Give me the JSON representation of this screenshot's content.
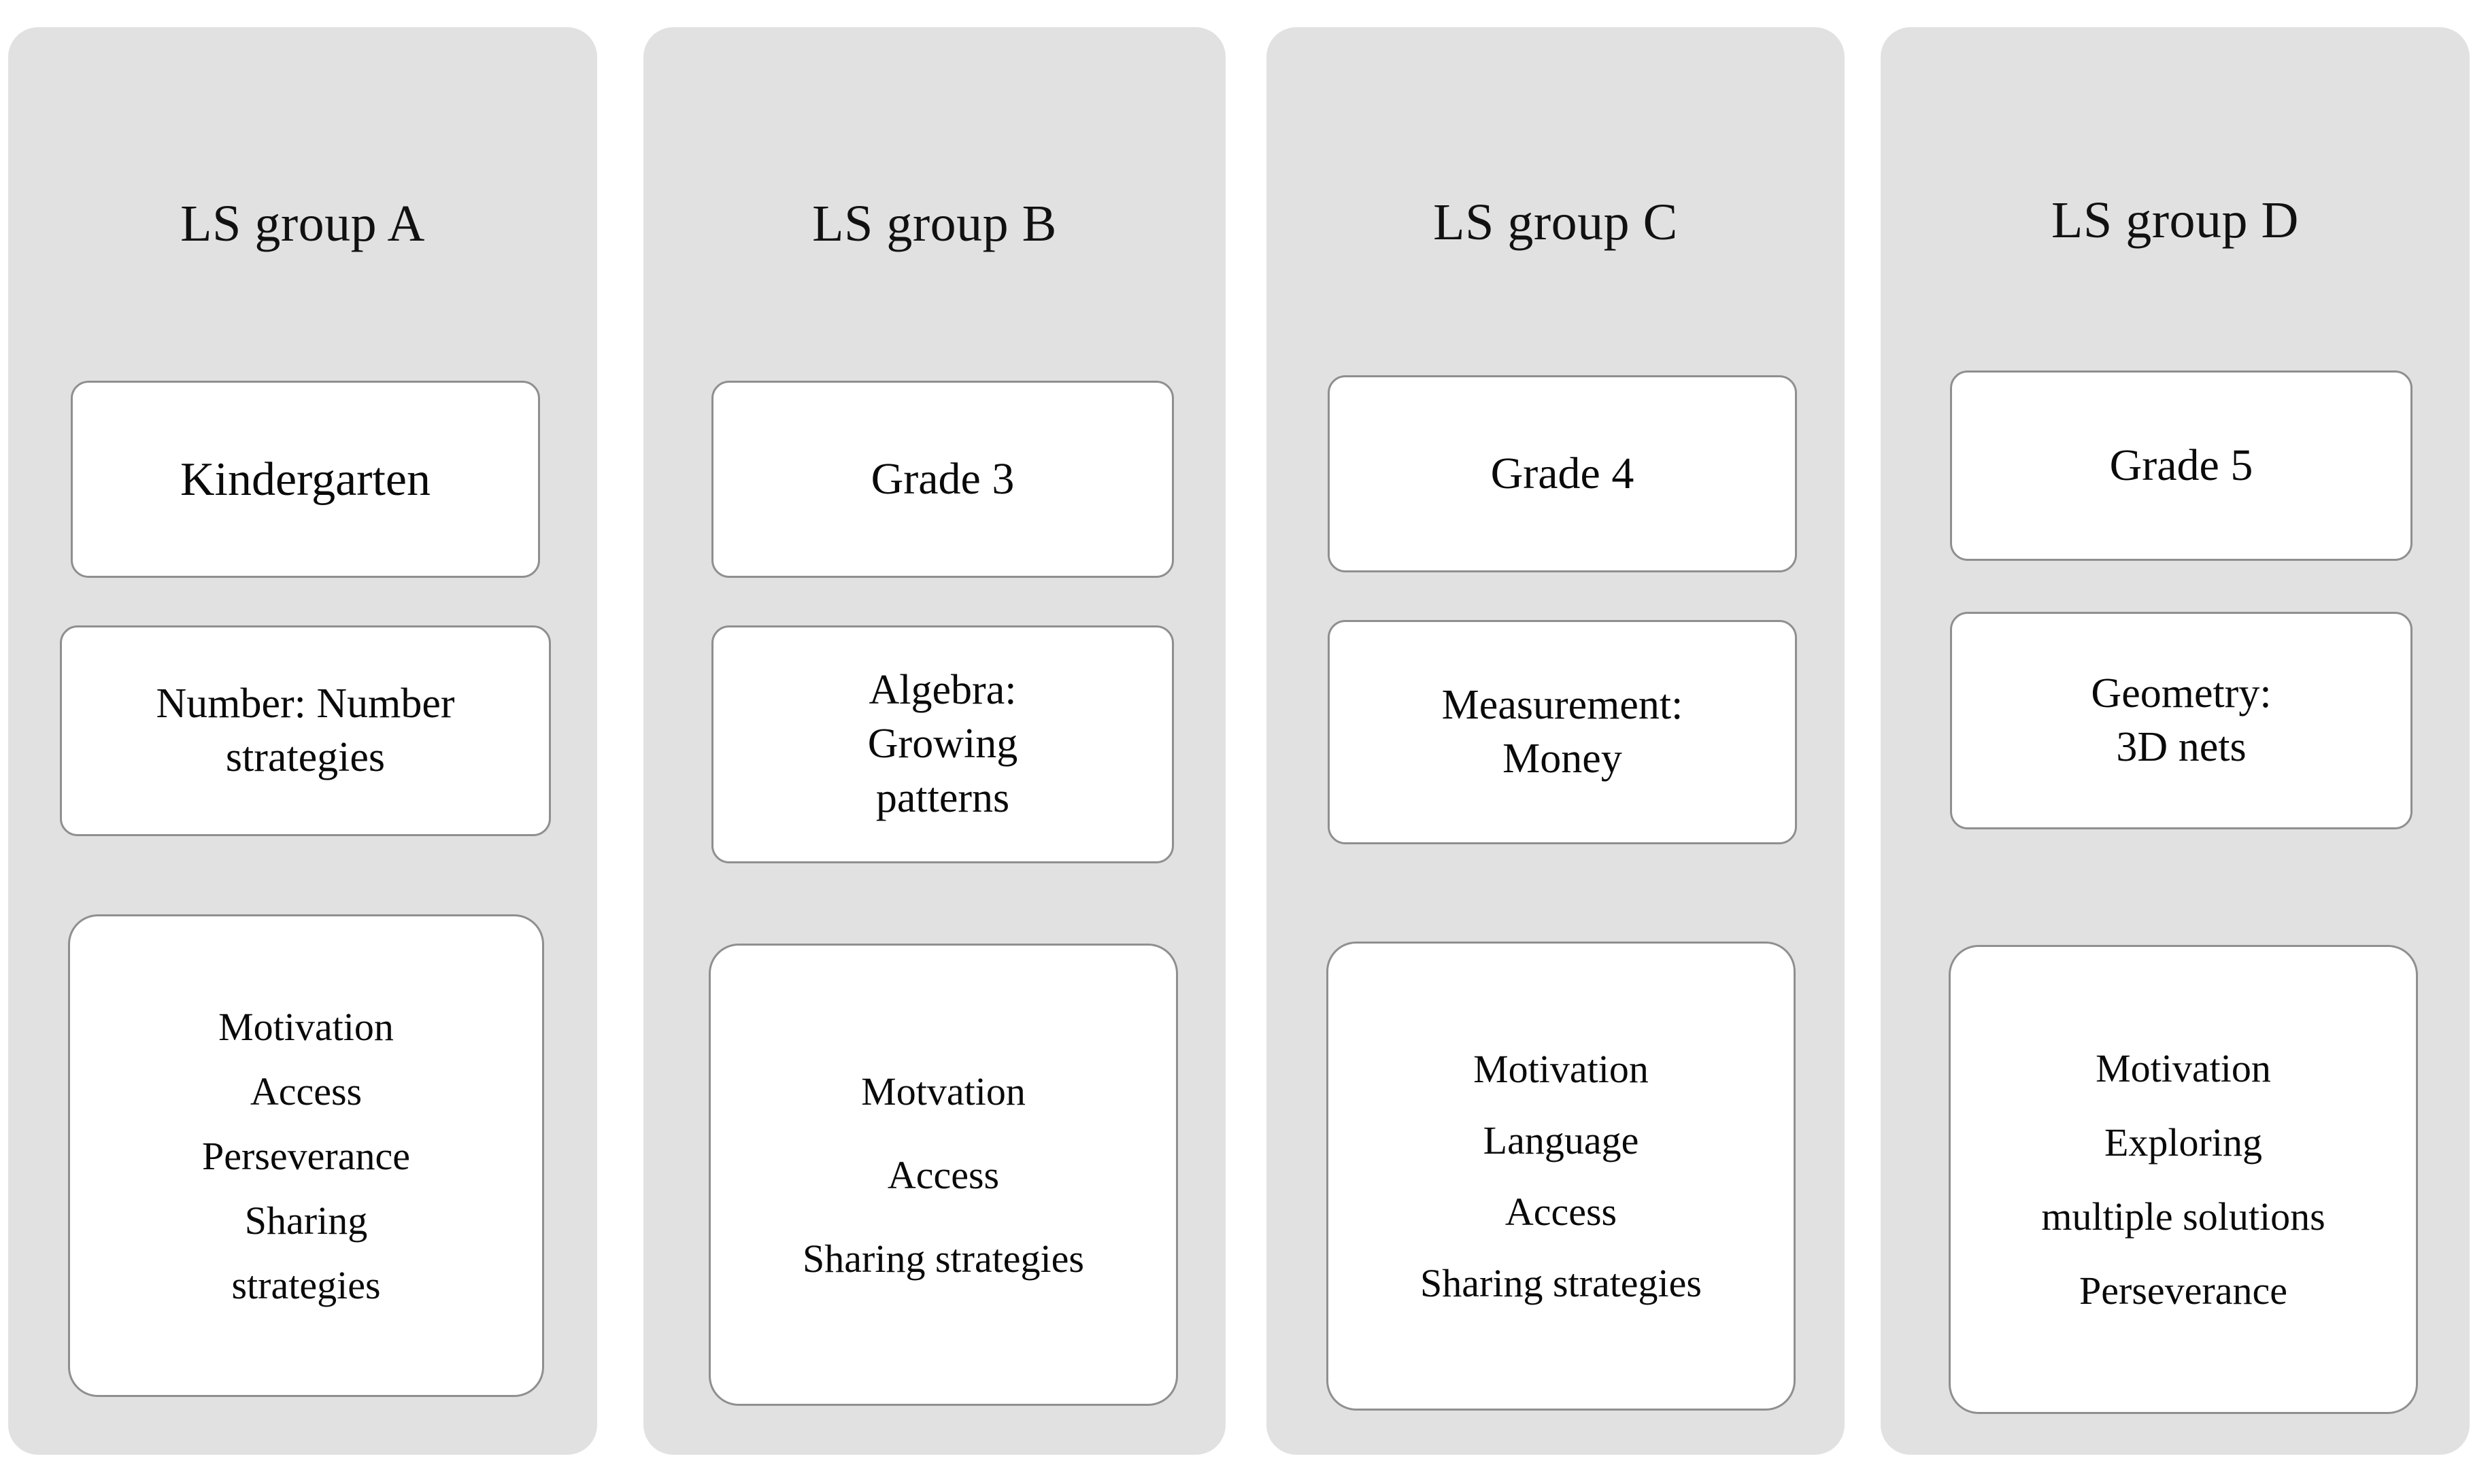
{
  "diagram": {
    "type": "lesson-study-group-overview",
    "columns": [
      {
        "id": "a",
        "title": "LS group A",
        "grade": {
          "lines": [
            "Kindergarten"
          ]
        },
        "topic": {
          "lines": [
            "Number: Number",
            "strategies"
          ]
        },
        "focus": {
          "lines": [
            "Motivation",
            "Access",
            "Perseverance",
            "Sharing",
            "strategies"
          ]
        }
      },
      {
        "id": "b",
        "title": "LS group B",
        "grade": {
          "lines": [
            "Grade 3"
          ]
        },
        "topic": {
          "lines": [
            "Algebra:",
            "Growing",
            "patterns"
          ]
        },
        "focus": {
          "lines": [
            "Motvation",
            "Access",
            "Sharing strategies"
          ]
        }
      },
      {
        "id": "c",
        "title": "LS group C",
        "grade": {
          "lines": [
            "Grade 4"
          ]
        },
        "topic": {
          "lines": [
            "Measurement:",
            "Money"
          ]
        },
        "focus": {
          "lines": [
            "Motivation",
            "Language",
            "Access",
            "Sharing strategies"
          ]
        }
      },
      {
        "id": "d",
        "title": "LS group D",
        "grade": {
          "lines": [
            "Grade 5"
          ]
        },
        "topic": {
          "lines": [
            "Geometry:",
            "3D nets"
          ]
        },
        "focus": {
          "lines": [
            "Motivation",
            "Exploring",
            "multiple solutions",
            "Perseverance"
          ]
        }
      }
    ],
    "colors": {
      "panel_background": "#e1e1e1",
      "card_background": "#ffffff",
      "card_border": "#8f8f8f",
      "text": "#0a0a0a",
      "page_background": "#ffffff"
    }
  }
}
